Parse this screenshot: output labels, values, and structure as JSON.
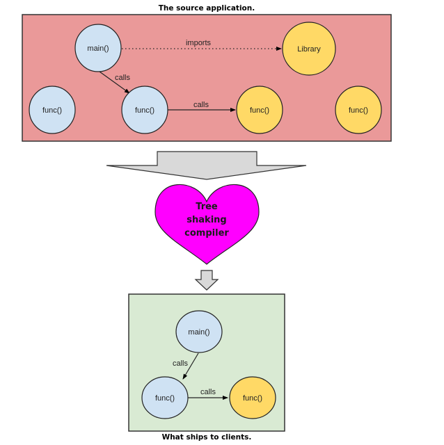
{
  "source": {
    "caption": "The source application.",
    "fill": "#ea9999",
    "nodes": {
      "main": "main()",
      "library": "Library",
      "func_unused_blue": "func()",
      "func_called_blue": "func()",
      "func_called_yellow": "func()",
      "func_unused_yellow": "func()"
    },
    "edges": {
      "imports": "imports",
      "main_calls_func": "calls",
      "func_calls_func": "calls"
    }
  },
  "compiler": {
    "line1": "Tree",
    "line2": "shaking",
    "line3": "compiler",
    "fill": "#ff00ff"
  },
  "output": {
    "caption": "What ships to clients.",
    "fill": "#d9ead3",
    "nodes": {
      "main": "main()",
      "func_blue": "func()",
      "func_yellow": "func()"
    },
    "edges": {
      "main_calls_func": "calls",
      "func_calls_func": "calls"
    }
  },
  "colors": {
    "app_code": "#cfe2f3",
    "library_code": "#ffd966",
    "arrow_fill": "#d9d9d9"
  }
}
